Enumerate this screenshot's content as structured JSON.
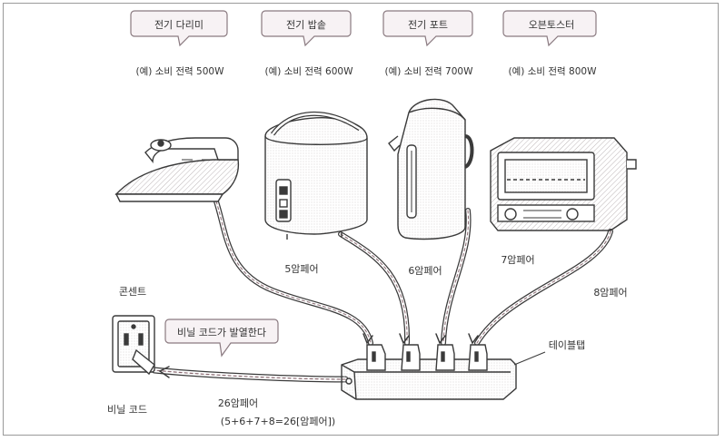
{
  "appliances": [
    {
      "name": "전기 다리미",
      "power": "(예) 소비 전력 500W",
      "current": "5암페어"
    },
    {
      "name": "전기 밥솥",
      "power": "(예) 소비 전력 600W",
      "current": "6암페어"
    },
    {
      "name": "전기 포트",
      "power": "(예) 소비 전력 700W",
      "current": "7암페어"
    },
    {
      "name": "오븐토스터",
      "power": "(예) 소비 전력 800W",
      "current": "8암페어"
    }
  ],
  "labels": {
    "outlet": "콘센트",
    "vinyl_cord": "비닐 코드",
    "power_strip": "테이블탭",
    "warning": "비닐 코드가 발열한다",
    "total_current": "26암페어",
    "formula": "(5+6+7+8=26[암페어])"
  },
  "colors": {
    "line": "#3a3a3a",
    "cord_fill": "#8a6a72",
    "callout_bg": "#f7f2f4",
    "callout_border": "#8a7a80",
    "hatch": "#b9b2b4"
  }
}
